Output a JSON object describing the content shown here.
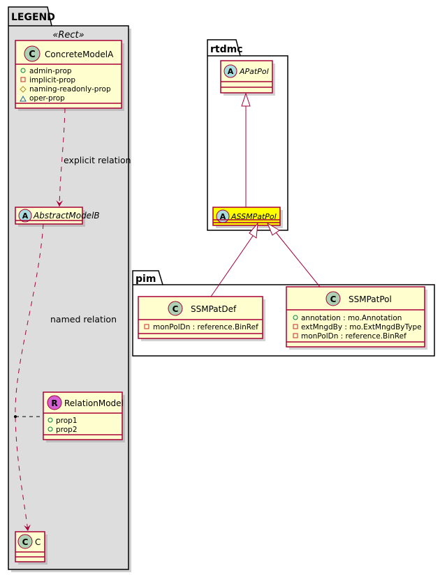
{
  "packages": {
    "legend": {
      "title": "LEGEND",
      "stereotype": "«Rect»"
    },
    "rtdmc": {
      "title": "rtdmc"
    },
    "pim": {
      "title": "pim"
    }
  },
  "classes": {
    "concrete_model_a": {
      "kind": "C",
      "name": "ConcreteModelA",
      "attributes": [
        {
          "visibility": "public",
          "text": "admin-prop"
        },
        {
          "visibility": "private",
          "text": "implicit-prop"
        },
        {
          "visibility": "protected",
          "text": "naming-readonly-prop"
        },
        {
          "visibility": "package",
          "text": "oper-prop"
        }
      ]
    },
    "abstract_model_b": {
      "kind": "A",
      "name": "AbstractModelB",
      "abstract": true
    },
    "relation_model": {
      "kind": "R",
      "name": "RelationModel",
      "attributes": [
        {
          "visibility": "public",
          "text": "prop1"
        },
        {
          "visibility": "public",
          "text": "prop2"
        }
      ]
    },
    "c": {
      "kind": "C",
      "name": "C"
    },
    "apatpol": {
      "kind": "A",
      "name": "APatPol",
      "abstract": true
    },
    "assmpatpol": {
      "kind": "A",
      "name": "ASSMPatPol",
      "abstract": true,
      "highlight": "#FFFF00"
    },
    "ssmpatdef": {
      "kind": "C",
      "name": "SSMPatDef",
      "attributes": [
        {
          "visibility": "private",
          "text": "monPolDn : reference.BinRef"
        }
      ]
    },
    "ssmpatpol": {
      "kind": "C",
      "name": "SSMPatPol",
      "attributes": [
        {
          "visibility": "public",
          "text": "annotation : mo.Annotation"
        },
        {
          "visibility": "private",
          "text": "extMngdBy : mo.ExtMngdByType"
        },
        {
          "visibility": "private",
          "text": "monPolDn : reference.BinRef"
        }
      ]
    }
  },
  "relations": {
    "explicit": {
      "label": "explicit relation"
    },
    "named": {
      "label": "named relation"
    }
  },
  "colors": {
    "border": "#A80036",
    "class_fill": "#FEFECE",
    "class_icon": "#ADD1B2",
    "abstract_icon": "#A9DCDF",
    "relation_icon": "#D55FD5",
    "highlight": "#FFFF00",
    "legend_bg": "#DDDDDD"
  }
}
